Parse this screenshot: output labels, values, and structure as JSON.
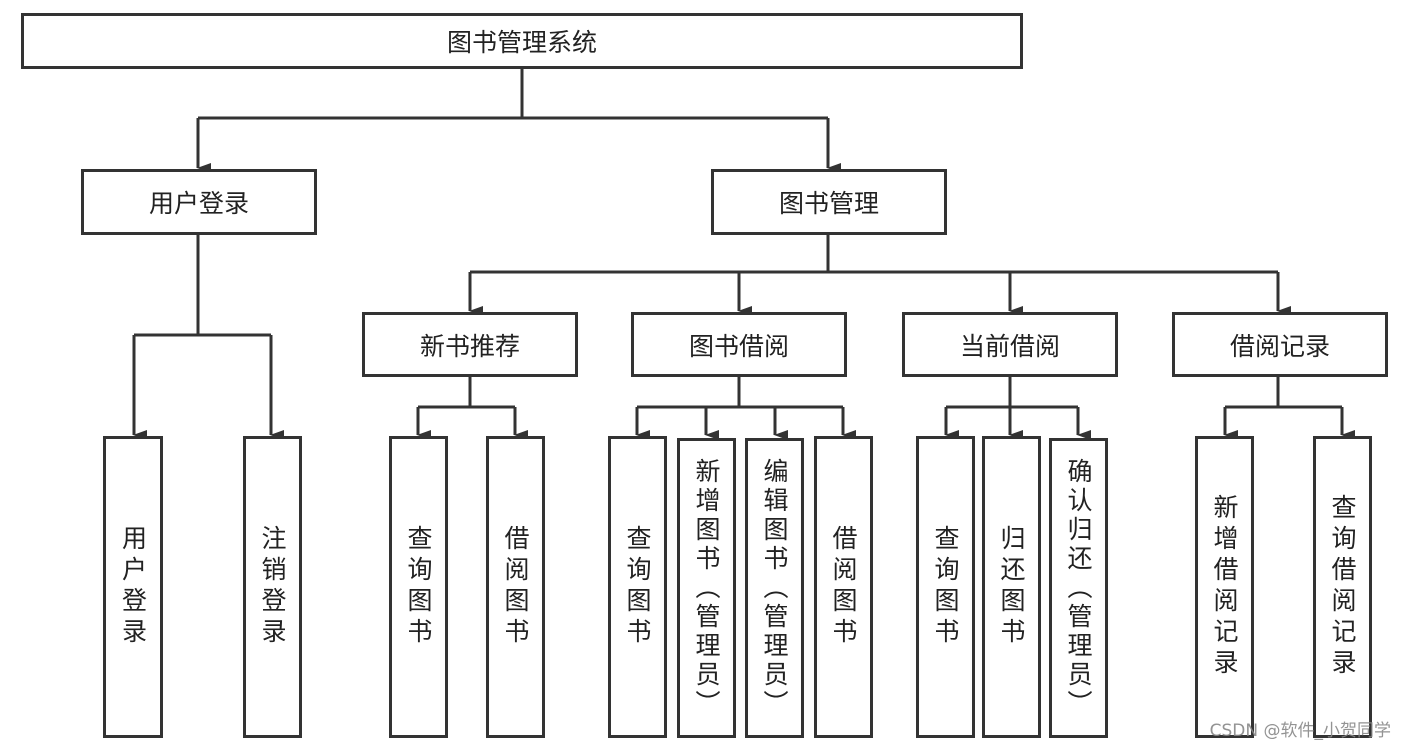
{
  "root": "图书管理系统",
  "level1": [
    "用户登录",
    "图书管理"
  ],
  "user_children": [
    "用户登录",
    "注销登录"
  ],
  "level2": [
    "新书推荐",
    "图书借阅",
    "当前借阅",
    "借阅记录"
  ],
  "new_book_children": [
    "查询图书",
    "借阅图书"
  ],
  "borrow_children": [
    "查询图书",
    "新增图书（管理员）",
    "编辑图书（管理员）",
    "借阅图书"
  ],
  "current_children": [
    "查询图书",
    "归还图书",
    "确认归还（管理员）"
  ],
  "record_children": [
    "新增借阅记录",
    "查询借阅记录"
  ],
  "watermark": "CSDN @软件_小贺同学"
}
